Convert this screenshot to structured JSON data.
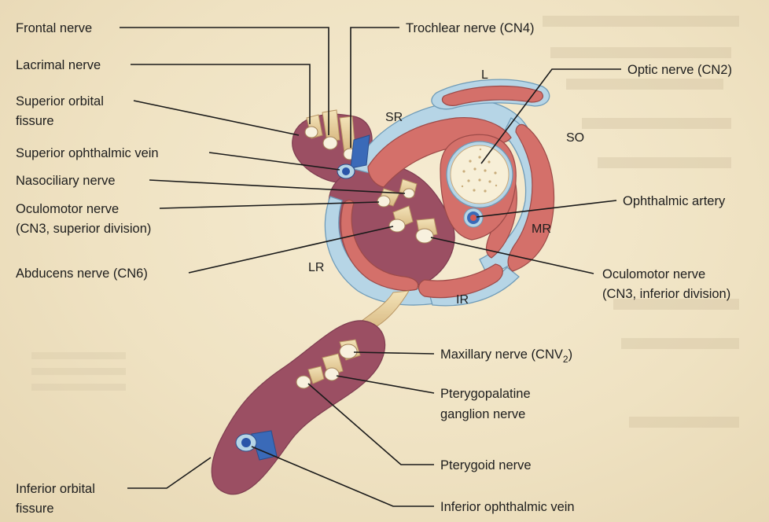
{
  "labels": {
    "frontal": "Frontal nerve",
    "trochlear": "Trochlear nerve (CN4)",
    "lacrimal": "Lacrimal nerve",
    "optic": "Optic nerve (CN2)",
    "sup_orbital_1": "Superior orbital",
    "sup_orbital_2": "fissure",
    "sup_ophth_vein": "Superior ophthalmic vein",
    "nasociliary": "Nasociliary nerve",
    "ophth_artery": "Ophthalmic artery",
    "oculomotor_sup_1": "Oculomotor nerve",
    "oculomotor_sup_2": "(CN3, superior division)",
    "abducens": "Abducens nerve (CN6)",
    "oculomotor_inf_1": "Oculomotor nerve",
    "oculomotor_inf_2": "(CN3, inferior division)",
    "maxillary_base": "Maxillary nerve (CNV",
    "maxillary_sub": "2",
    "maxillary_close": ")",
    "pterygopalatine_1": "Pterygopalatine",
    "pterygopalatine_2": "ganglion nerve",
    "pterygoid": "Pterygoid nerve",
    "inf_orbital_1": "Inferior orbital",
    "inf_orbital_2": "fissure",
    "inf_ophth_vein": "Inferior ophthalmic vein"
  },
  "muscles": {
    "L": "L",
    "SR": "SR",
    "SO": "SO",
    "MR": "MR",
    "LR": "LR",
    "IR": "IR"
  },
  "colors": {
    "muscle": "#d4706a",
    "fissure": "#9b4f63",
    "sheath": "#a9cde3",
    "nerve": "#f7f0dc",
    "vein": "#3a6ab8"
  }
}
